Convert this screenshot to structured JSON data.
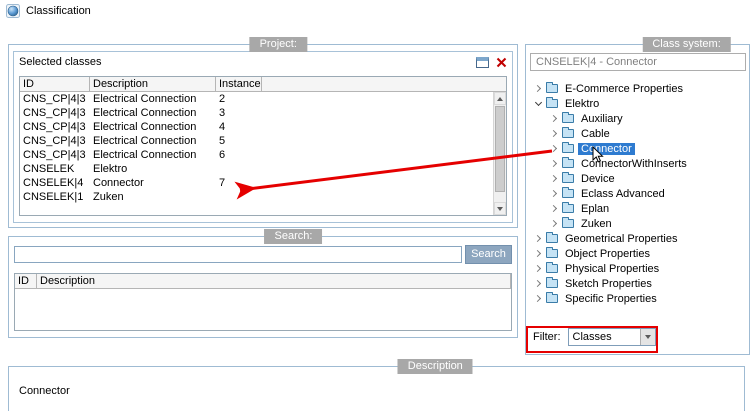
{
  "window": {
    "title": "Classification"
  },
  "project": {
    "group_label": "Project:",
    "panel_title": "Selected classes",
    "table": {
      "columns": [
        "ID",
        "Description",
        "Instance"
      ],
      "rows": [
        {
          "id": "CNS_CP|4|3",
          "description": "Electrical Connection",
          "instance": "2"
        },
        {
          "id": "CNS_CP|4|3",
          "description": "Electrical Connection",
          "instance": "3"
        },
        {
          "id": "CNS_CP|4|3",
          "description": "Electrical Connection",
          "instance": "4"
        },
        {
          "id": "CNS_CP|4|3",
          "description": "Electrical Connection",
          "instance": "5"
        },
        {
          "id": "CNS_CP|4|3",
          "description": "Electrical Connection",
          "instance": "6"
        },
        {
          "id": "CNSELEK",
          "description": "Elektro",
          "instance": ""
        },
        {
          "id": "CNSELEK|4",
          "description": "Connector",
          "instance": "7"
        },
        {
          "id": "CNSELEK|1",
          "description": "Zuken",
          "instance": ""
        }
      ]
    }
  },
  "search": {
    "group_label": "Search:",
    "input_value": "",
    "input_placeholder": "",
    "button_label": "Search",
    "table": {
      "columns": [
        "ID",
        "Description"
      ]
    }
  },
  "class_system": {
    "group_label": "Class system:",
    "selected_class_path": "CNSELEK|4 - Connector",
    "tree": [
      {
        "label": "E-Commerce Properties",
        "level": 0,
        "expanded": false
      },
      {
        "label": "Elektro",
        "level": 0,
        "expanded": true
      },
      {
        "label": "Auxiliary",
        "level": 1,
        "expanded": false
      },
      {
        "label": "Cable",
        "level": 1,
        "expanded": false
      },
      {
        "label": "Connector",
        "level": 1,
        "expanded": false,
        "selected": true
      },
      {
        "label": "ConnectorWithInserts",
        "level": 1,
        "expanded": false
      },
      {
        "label": "Device",
        "level": 1,
        "expanded": false
      },
      {
        "label": "Eclass Advanced",
        "level": 1,
        "expanded": false
      },
      {
        "label": "Eplan",
        "level": 1,
        "expanded": false
      },
      {
        "label": "Zuken",
        "level": 1,
        "expanded": false
      },
      {
        "label": "Geometrical Properties",
        "level": 0,
        "expanded": false
      },
      {
        "label": "Object Properties",
        "level": 0,
        "expanded": false
      },
      {
        "label": "Physical Properties",
        "level": 0,
        "expanded": false
      },
      {
        "label": "Sketch Properties",
        "level": 0,
        "expanded": false
      },
      {
        "label": "Specific Properties",
        "level": 0,
        "expanded": false
      }
    ],
    "filter": {
      "label": "Filter:",
      "value": "Classes"
    }
  },
  "description": {
    "group_label": "Description",
    "text": "Connector"
  },
  "colors": {
    "annotation": "#e50000",
    "selection": "#2e7bd0",
    "group_border": "#9fbbd3"
  }
}
